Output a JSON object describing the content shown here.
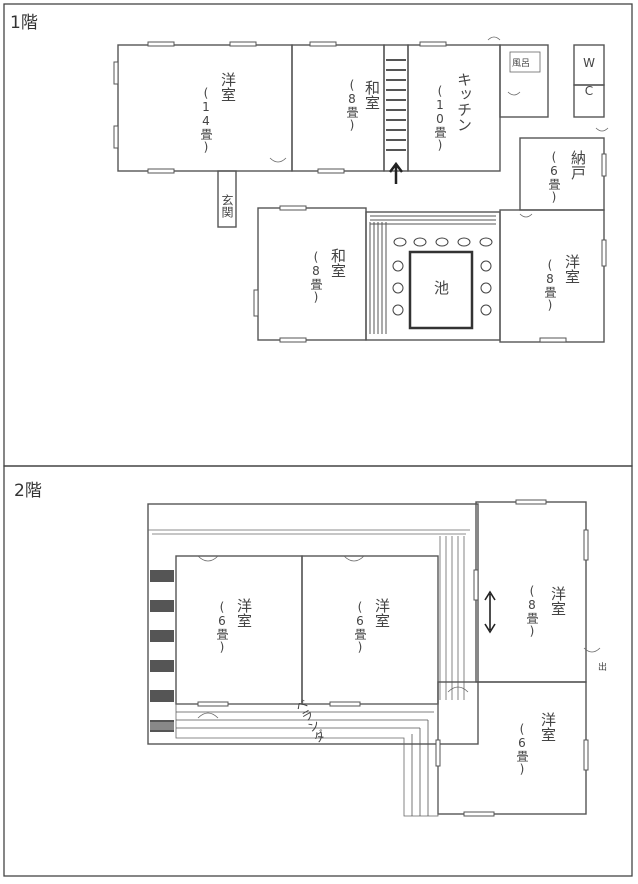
{
  "floors": {
    "first": {
      "label": "1階"
    },
    "second": {
      "label": "2階"
    }
  },
  "rooms_1f": {
    "western_big": {
      "name": "洋室",
      "size": "(14畳)"
    },
    "japanese_8_top": {
      "name": "和室",
      "size": "(8畳)"
    },
    "kitchen": {
      "name": "キッチン",
      "size": "(10畳)"
    },
    "bath": {
      "name": "風呂"
    },
    "wc": {
      "name": "W C"
    },
    "storage": {
      "name": "納戸",
      "size": "(6畳)"
    },
    "entrance": {
      "name": "玄関"
    },
    "japanese_8_bottom": {
      "name": "和室",
      "size": "(8畳)"
    },
    "pond": {
      "name": "池"
    },
    "western_8": {
      "name": "洋室",
      "size": "(8畳)"
    }
  },
  "rooms_2f": {
    "western_6_left": {
      "name": "洋室",
      "size": "(6畳)"
    },
    "western_6_mid": {
      "name": "洋室",
      "size": "(6畳)"
    },
    "western_8": {
      "name": "洋室",
      "size": "(8畳)"
    },
    "western_6_bottom": {
      "name": "洋室",
      "size": "(6畳)"
    },
    "veranda": {
      "name": "ベランダ"
    },
    "exit": {
      "name": "出"
    }
  },
  "colors": {
    "line": "#555555",
    "paper": "#ffffff"
  }
}
